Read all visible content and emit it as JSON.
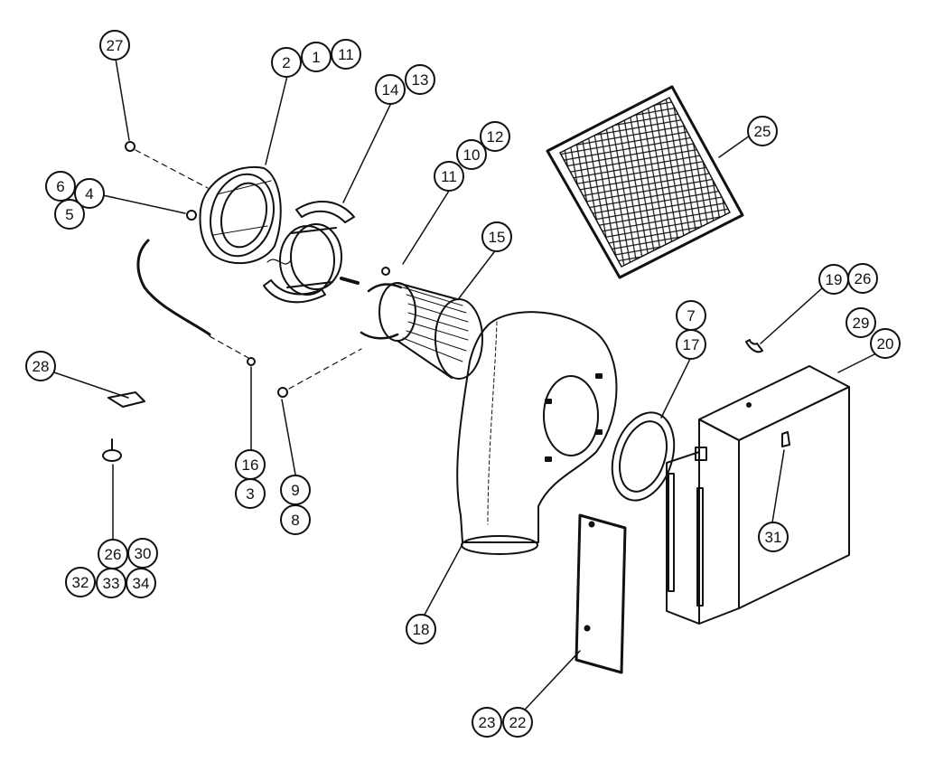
{
  "diagram": {
    "callouts": [
      {
        "id": "c27",
        "label": "27"
      },
      {
        "id": "c2",
        "label": "2"
      },
      {
        "id": "c1",
        "label": "1"
      },
      {
        "id": "c11a",
        "label": "11"
      },
      {
        "id": "c14",
        "label": "14"
      },
      {
        "id": "c13",
        "label": "13"
      },
      {
        "id": "c12",
        "label": "12"
      },
      {
        "id": "c10",
        "label": "10"
      },
      {
        "id": "c11b",
        "label": "11"
      },
      {
        "id": "c6",
        "label": "6"
      },
      {
        "id": "c4",
        "label": "4"
      },
      {
        "id": "c5",
        "label": "5"
      },
      {
        "id": "c15",
        "label": "15"
      },
      {
        "id": "c25",
        "label": "25"
      },
      {
        "id": "c19",
        "label": "19"
      },
      {
        "id": "c26a",
        "label": "26"
      },
      {
        "id": "c7",
        "label": "7"
      },
      {
        "id": "c17",
        "label": "17"
      },
      {
        "id": "c29",
        "label": "29"
      },
      {
        "id": "c20",
        "label": "20"
      },
      {
        "id": "c28",
        "label": "28"
      },
      {
        "id": "c16",
        "label": "16"
      },
      {
        "id": "c3",
        "label": "3"
      },
      {
        "id": "c9",
        "label": "9"
      },
      {
        "id": "c8",
        "label": "8"
      },
      {
        "id": "c31",
        "label": "31"
      },
      {
        "id": "c26b",
        "label": "26"
      },
      {
        "id": "c30",
        "label": "30"
      },
      {
        "id": "c32",
        "label": "32"
      },
      {
        "id": "c33",
        "label": "33"
      },
      {
        "id": "c34",
        "label": "34"
      },
      {
        "id": "c18",
        "label": "18"
      },
      {
        "id": "c23",
        "label": "23"
      },
      {
        "id": "c22",
        "label": "22"
      }
    ]
  }
}
